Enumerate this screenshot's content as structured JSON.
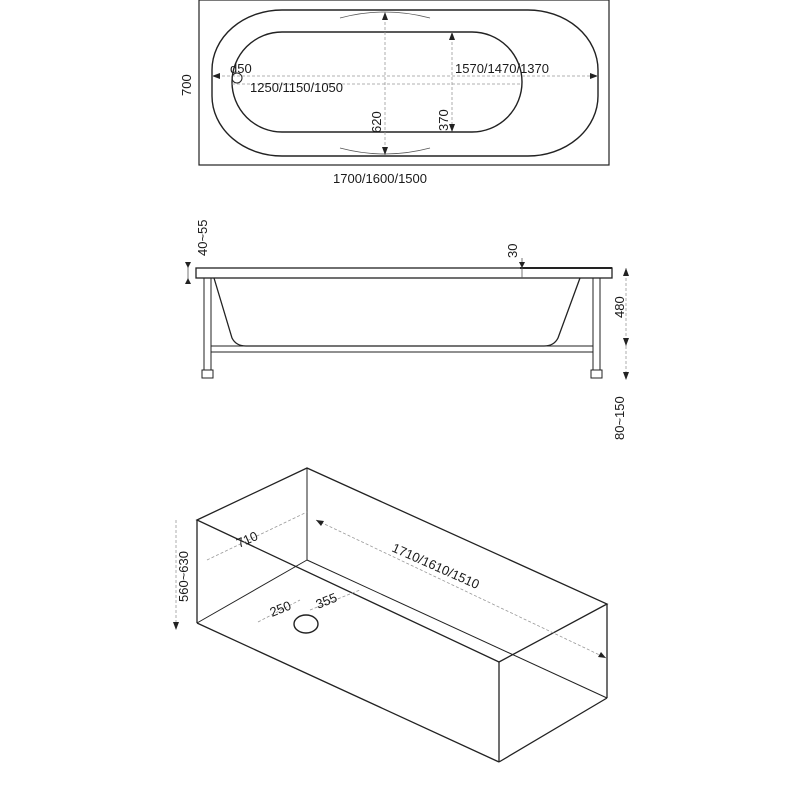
{
  "top_view": {
    "width_label": "700",
    "drain_label": "d50",
    "inner_length_label": "1250/1150/1050",
    "outer_inner_label": "1570/1470/1370",
    "depth_620_label": "620",
    "depth_370_label": "370",
    "overall_length_label": "1700/1600/1500"
  },
  "side_view": {
    "rim_label": "40~55",
    "rim_thickness_label": "30",
    "height_label": "480",
    "leg_label": "80~150"
  },
  "box_view": {
    "width_label": "710",
    "length_label": "1710/1610/1510",
    "height_label": "560~630",
    "drain_x_label": "250",
    "drain_y_label": "355"
  }
}
